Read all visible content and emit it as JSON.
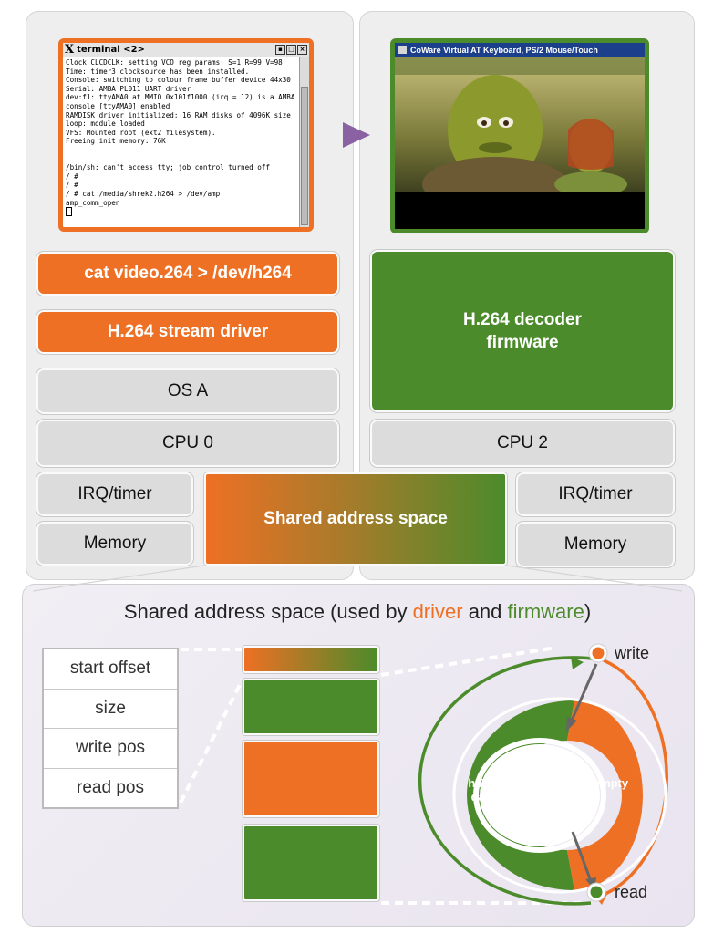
{
  "terminal": {
    "title": "terminal <2>",
    "lines": [
      "Clock CLCDCLK: setting VCO reg params: S=1 R=99 V=98",
      "Time: timer3 clocksource has been installed.",
      "Console: switching to colour frame buffer device 44x30",
      "Serial: AMBA PL011 UART driver",
      "dev:f1: ttyAMA0 at MMIO 0x101f1000 (irq = 12) is a AMBA",
      "console [ttyAMA0] enabled",
      "RAMDISK driver initialized: 16 RAM disks of 4096K size",
      "loop: module loaded",
      "VFS: Mounted root (ext2 filesystem).",
      "Freeing init memory: 76K",
      "",
      "",
      "/bin/sh: can't access tty; job control turned off",
      "/ #",
      "/ #",
      "/ # cat /media/shrek2.h264 > /dev/amp",
      "amp_comm_open"
    ]
  },
  "video_window": {
    "title": "CoWare Virtual AT Keyboard, PS/2 Mouse/Touch"
  },
  "left_stack": {
    "command": "cat video.264 > /dev/h264",
    "driver": "H.264 stream driver",
    "os": "OS A",
    "cpu": "CPU 0",
    "irq": "IRQ/timer",
    "memory": "Memory"
  },
  "right_stack": {
    "firmware": "H.264 decoder firmware",
    "cpu": "CPU 2",
    "irq": "IRQ/timer",
    "memory": "Memory"
  },
  "shared_box": "Shared address space",
  "bottom": {
    "title_prefix": "Shared address space (used by ",
    "title_driver": "driver",
    "title_and": " and ",
    "title_firmware": "firmware",
    "title_suffix": ")",
    "fields": [
      "start offset",
      "size",
      "write pos",
      "read pos"
    ],
    "ring": {
      "data_label": "h.264 data",
      "empty_label": "empty",
      "write_label": "write",
      "read_label": "read"
    }
  },
  "colors": {
    "driver": "#ee7024",
    "firmware": "#4c8b2b",
    "arrow": "#8a62a3"
  }
}
